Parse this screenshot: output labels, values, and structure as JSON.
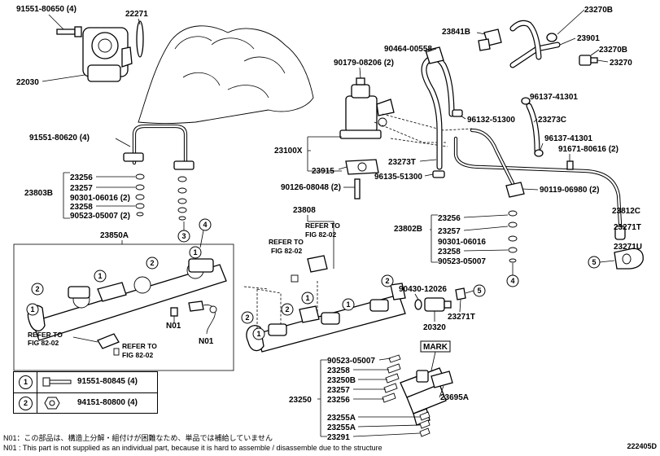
{
  "diagram_id": "222405D",
  "labels": {
    "p91551_80650": "91551-80650 (4)",
    "p22271": "22271",
    "p22030": "22030",
    "p91551_80620": "91551-80620 (4)",
    "p23256_l": "23256",
    "p23257_l": "23257",
    "p23803B": "23803B",
    "p90301_l": "90301-06016 (2)",
    "p23258_l": "23258",
    "p90523_l": "90523-05007 (2)",
    "p23850A": "23850A",
    "p90464": "90464-00558",
    "p23841B": "23841B",
    "p23270B_a": "23270B",
    "p23901": "23901",
    "p23270B_b": "23270B",
    "p23270": "23270",
    "p90179": "90179-08206 (2)",
    "p96137_a": "96137-41301",
    "p96132": "96132-51300",
    "p23273C": "23273C",
    "p96137_b": "96137-41301",
    "p91671": "91671-80616 (2)",
    "p23100X": "23100X",
    "p23273T": "23273T",
    "p23915": "23915",
    "p96135": "96135-51300",
    "p90126": "90126-08048 (2)",
    "p90119": "90119-06980 (2)",
    "p23808": "23808",
    "p23812C": "23812C",
    "p23256_r": "23256",
    "p23802B": "23802B",
    "p23257_r": "23257",
    "p90301_r": "90301-06016",
    "p23258_r": "23258",
    "p90523_r": "90523-05007",
    "p23271T_a": "23271T",
    "p23271U": "23271U",
    "p90430": "90430-12026",
    "p23271T_b": "23271T",
    "p20320": "20320",
    "pN01_a": "N01",
    "pN01_b": "N01",
    "p90523_s": "90523-05007",
    "p23258_s": "23258",
    "p23250B": "23250B",
    "p23257_s": "23257",
    "p23250": "23250",
    "p23256_s": "23256",
    "p23255A_a": "23255A",
    "p23255A_b": "23255A",
    "p23291": "23291",
    "p23695A": "23695A",
    "mark": "MARK"
  },
  "refs": {
    "r1_a": "REFER TO",
    "r1_b": "FIG 82-02",
    "r2_a": "REFER TO",
    "r2_b": "FIG 82-02",
    "r3_a": "REFER TO",
    "r3_b": "FIG 82-02",
    "r4_a": "REFER TO",
    "r4_b": "FIG 82-02"
  },
  "callouts": {
    "c1": "1",
    "c2": "2",
    "c3": "3",
    "c4": "4",
    "c5": "5"
  },
  "legend": {
    "rows": [
      {
        "num": "1",
        "part": "91551-80845 (4)"
      },
      {
        "num": "2",
        "part": "94151-80800 (4)"
      }
    ]
  },
  "notes": {
    "jp": "N01：この部品は、構造上分解・組付けが困難なため、単品では補給していません",
    "en": "N01 : This part is not supplied as an individual part, because it is hard to assemble / disassemble due to the structure"
  }
}
